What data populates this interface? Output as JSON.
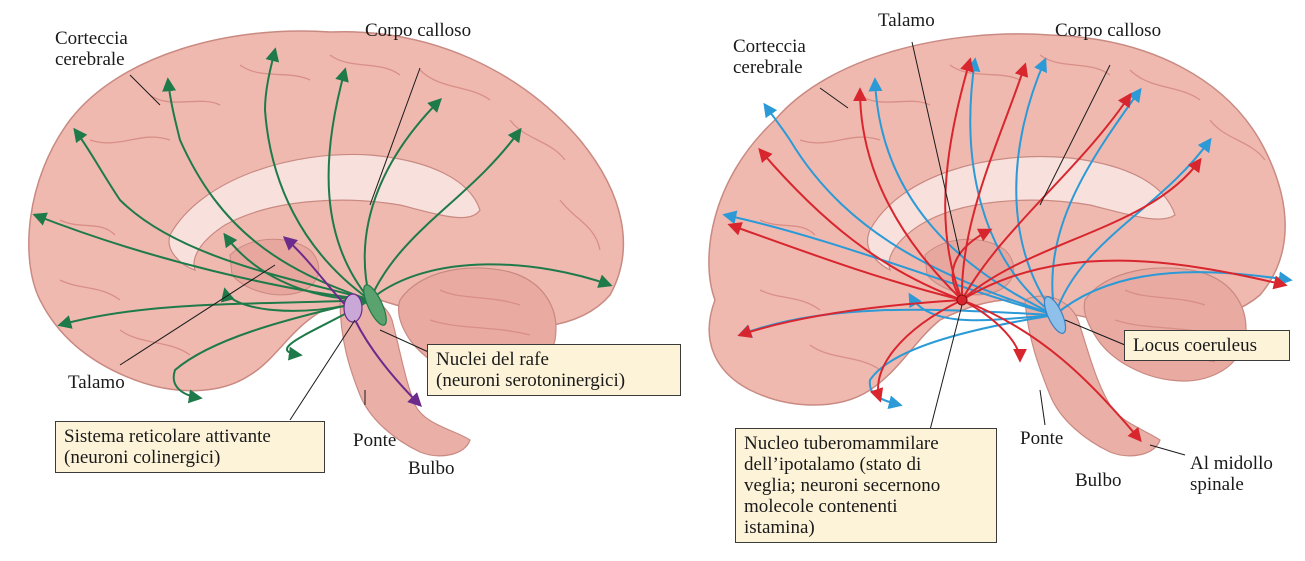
{
  "left_panel": {
    "labels": {
      "corteccia_line1": "Corteccia",
      "corteccia_line2": "cerebrale",
      "corpo_calloso": "Corpo calloso",
      "talamo": "Talamo",
      "ponte": "Ponte",
      "bulbo": "Bulbo"
    },
    "boxes": {
      "rafe_line1": "Nuclei del rafe",
      "rafe_line2": "(neuroni serotoninergici)",
      "reticolare_line1": "Sistema reticolare attivante",
      "reticolare_line2": "(neuroni colinergici)"
    },
    "colors": {
      "serotonin": "#1f7a4a",
      "cholinergic": "#6b2a8c",
      "raphe_nucleus": "#5aa36f"
    }
  },
  "right_panel": {
    "labels": {
      "talamo": "Talamo",
      "corteccia_line1": "Corteccia",
      "corteccia_line2": "cerebrale",
      "corpo_calloso": "Corpo calloso",
      "ponte": "Ponte",
      "bulbo": "Bulbo",
      "midollo_line1": "Al midollo",
      "midollo_line2": "spinale"
    },
    "boxes": {
      "locus": "Locus coeruleus",
      "tubero_line1": "Nucleo tuberomammilare",
      "tubero_line2": "dell’ipotalamo (stato di",
      "tubero_line3": "veglia; neuroni secernono",
      "tubero_line4": "molecole contenenti",
      "tubero_line5": "istamina)"
    },
    "colors": {
      "noradrenergic": "#2b9ad6",
      "histamine": "#d8262e",
      "locus_nucleus": "#3d7fc1"
    }
  },
  "colors": {
    "brain": "#f0b9b0",
    "brain_dark": "#d88f87",
    "cerebellum": "#e9aaa2",
    "box_fill": "#fdf3d9"
  }
}
